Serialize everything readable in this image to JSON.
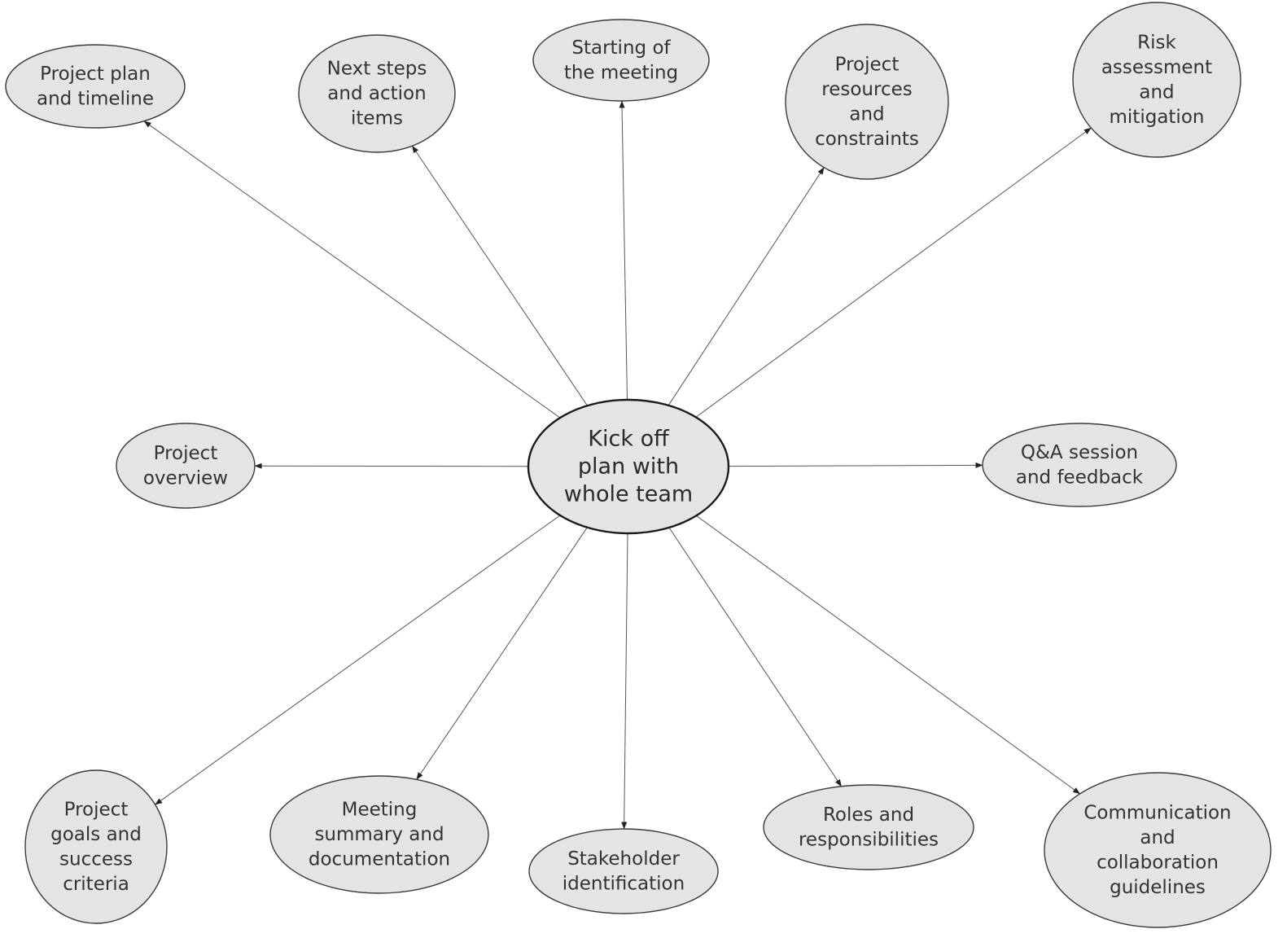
{
  "center": {
    "id": "center",
    "lines": [
      "Kick off",
      "plan with",
      "whole team"
    ]
  },
  "nodes": [
    {
      "id": "plan-timeline",
      "lines": [
        "Project plan",
        "and timeline"
      ]
    },
    {
      "id": "next-steps",
      "lines": [
        "Next steps",
        "and action",
        "items"
      ]
    },
    {
      "id": "starting",
      "lines": [
        "Starting of",
        "the meeting"
      ]
    },
    {
      "id": "resources",
      "lines": [
        "Project",
        "resources",
        "and",
        "constraints"
      ]
    },
    {
      "id": "risk",
      "lines": [
        "Risk",
        "assessment",
        "and",
        "mitigation"
      ]
    },
    {
      "id": "overview",
      "lines": [
        "Project",
        "overview"
      ]
    },
    {
      "id": "qa",
      "lines": [
        "Q&A session",
        "and feedback"
      ]
    },
    {
      "id": "goals",
      "lines": [
        "Project",
        "goals and",
        "success",
        "criteria"
      ]
    },
    {
      "id": "summary",
      "lines": [
        "Meeting",
        "summary and",
        "documentation"
      ]
    },
    {
      "id": "stakeholder",
      "lines": [
        "Stakeholder",
        "identification"
      ]
    },
    {
      "id": "roles",
      "lines": [
        "Roles and",
        "responsibilities"
      ]
    },
    {
      "id": "communication",
      "lines": [
        "Communication",
        "and",
        "collaboration",
        "guidelines"
      ]
    }
  ],
  "edges": [
    {
      "from": "center",
      "to": "plan-timeline"
    },
    {
      "from": "center",
      "to": "next-steps"
    },
    {
      "from": "center",
      "to": "starting"
    },
    {
      "from": "center",
      "to": "resources"
    },
    {
      "from": "center",
      "to": "risk"
    },
    {
      "from": "center",
      "to": "overview"
    },
    {
      "from": "center",
      "to": "qa"
    },
    {
      "from": "center",
      "to": "goals"
    },
    {
      "from": "center",
      "to": "summary"
    },
    {
      "from": "center",
      "to": "stakeholder"
    },
    {
      "from": "center",
      "to": "roles"
    },
    {
      "from": "center",
      "to": "communication"
    }
  ]
}
